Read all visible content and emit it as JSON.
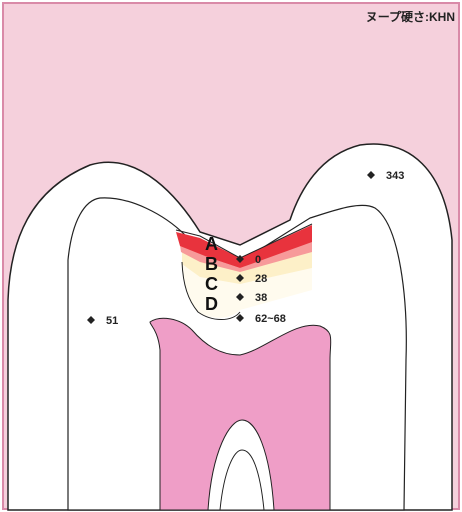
{
  "header": {
    "unit_label": "ヌープ硬さ:KHN"
  },
  "layers": [
    {
      "letter": "A",
      "value": "0"
    },
    {
      "letter": "B",
      "value": "28"
    },
    {
      "letter": "C",
      "value": "38"
    },
    {
      "letter": "D",
      "value": "62~68"
    }
  ],
  "enamel_value": "343",
  "dentin_value": "51",
  "colors": {
    "background": "#f5d0dc",
    "enamel": "#ffffff",
    "dentin": "#ffffff",
    "pulp": "#ef9ec7",
    "layer_a": "#e8333d",
    "layer_b": "#f79a9a",
    "layer_c": "#fdf0c8",
    "layer_d": "#fffbee",
    "outline": "#222222"
  }
}
